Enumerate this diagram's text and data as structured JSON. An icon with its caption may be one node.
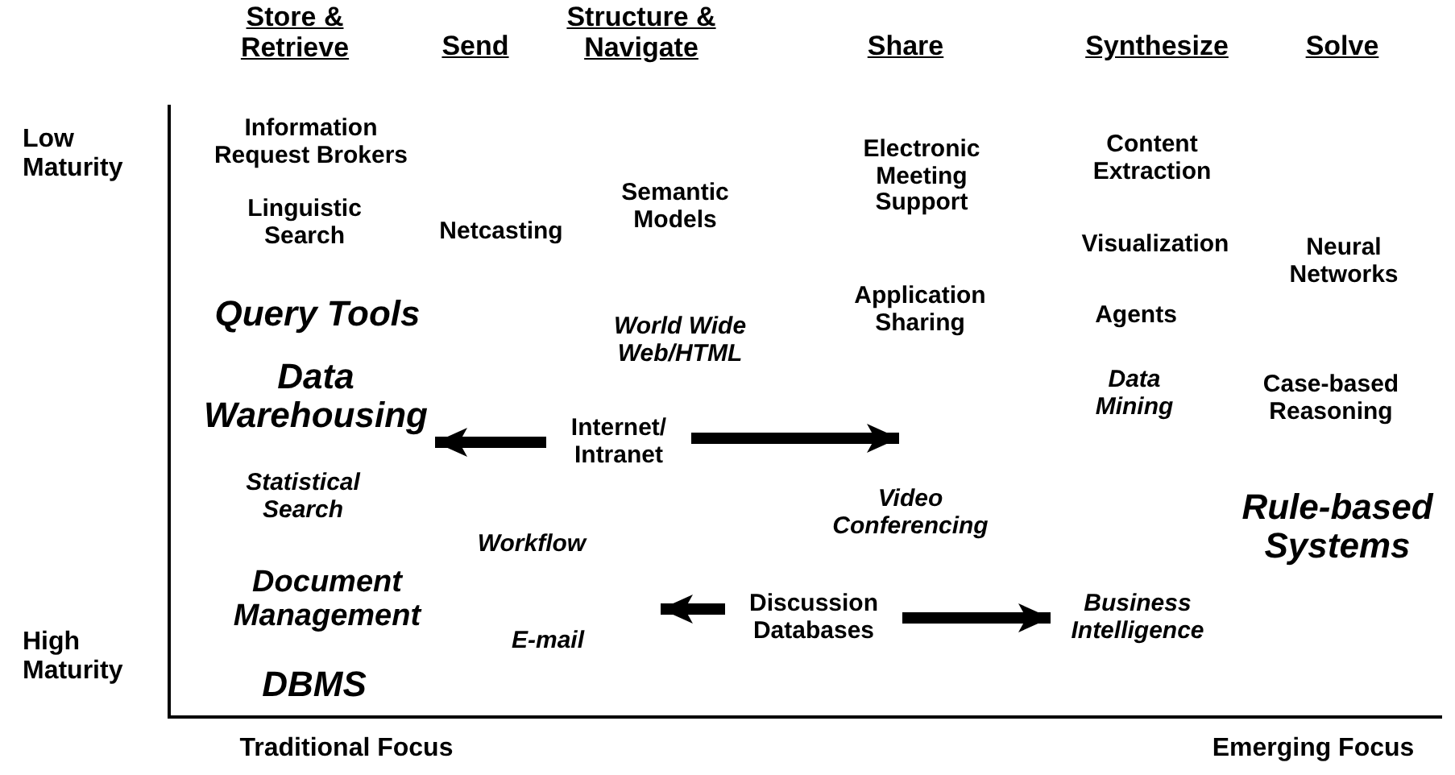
{
  "diagram": {
    "nodes": [
      {
        "text": [
          "Internet/ Intranet"
        ]
      },
      {
        "text": [
          "Discussion Databases"
        ]
      },
      {
        "text": [
          "Business Intelligence"
        ]
      },
      {
        "text": [
          "Data Warehousing"
        ]
      }
    ],
    "edges": [
      {
        "from": 0,
        "to": 3,
        "arrow": "to"
      },
      {
        "from": 0,
        "to": null,
        "arrow": "to"
      },
      {
        "from": 1,
        "to": null,
        "arrow": "to"
      },
      {
        "from": 1,
        "to": 2,
        "arrow": "to"
      }
    ],
    "labels": [
      "Store & Retrieve",
      "Send",
      "Structure & Navigate",
      "Share",
      "Synthesize",
      "Solve",
      "Low Maturity",
      "Information Request Brokers",
      "Content Extraction",
      "Electronic Meeting Support",
      "Linguistic Search",
      "Semantic Models",
      "Visualization",
      "Neural Networks",
      "Netcasting",
      "Query Tools",
      "Application Sharing",
      "Agents",
      "World Wide Web/HTML",
      "Data Mining",
      "Case-based Reasoning",
      "Statistical Search",
      "Video Conferencing",
      "Rule-based Systems",
      "Workflow",
      "Document Management",
      "High Maturity",
      "E-mail",
      "DBMS",
      "Traditional Focus",
      "Emerging Focus"
    ]
  }
}
